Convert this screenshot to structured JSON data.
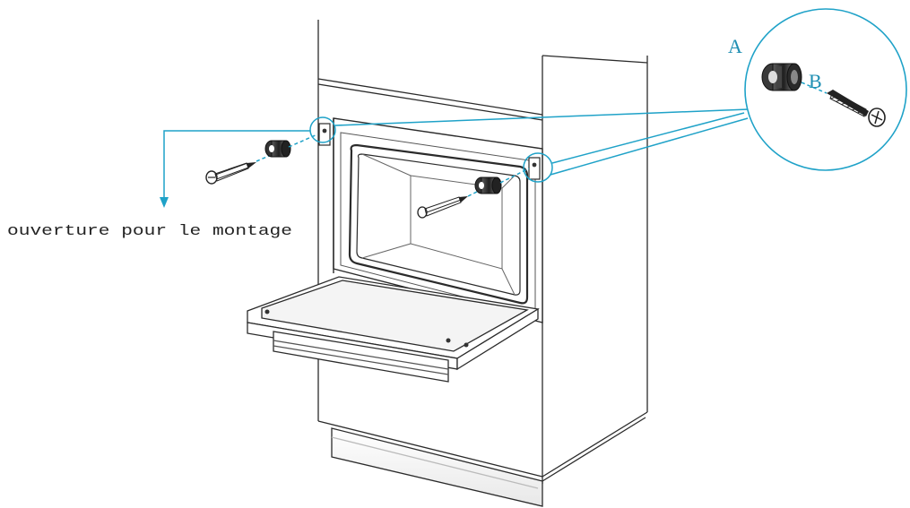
{
  "labels": {
    "a": "A",
    "b": "B",
    "mounting_opening": "ouverture pour le montage"
  },
  "icons": {
    "screw": "screw-icon",
    "anchor": "wall-anchor-icon",
    "arrow": "arrow-down-icon"
  },
  "colors": {
    "leader": "#1fa2c8",
    "label": "#1f8fb3",
    "line": "#2b2b2b"
  }
}
